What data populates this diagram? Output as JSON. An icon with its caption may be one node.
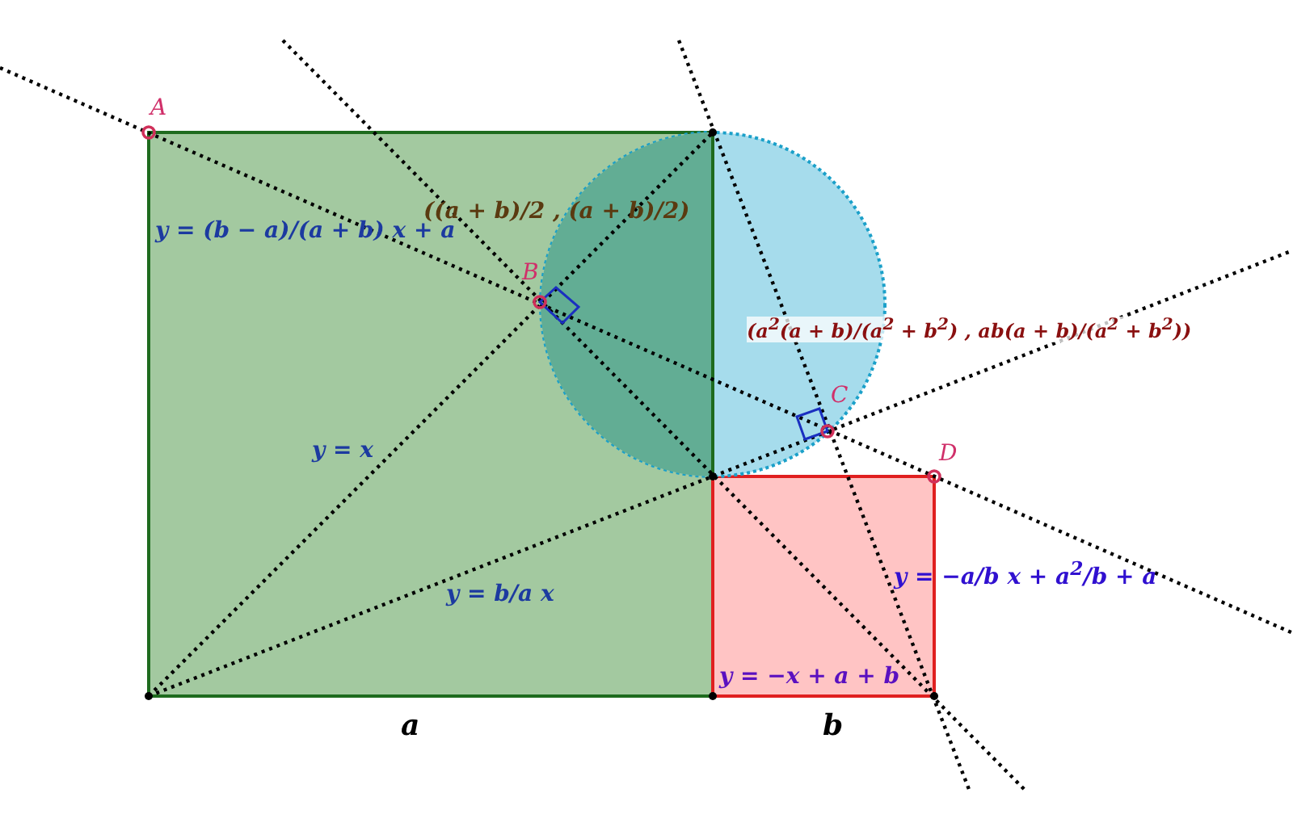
{
  "diagram": {
    "labels": [
      "A",
      "((a + b)/2 , (a + b)/2)",
      "y = (b − a)/(a + b) x + a",
      "B",
      "(a$^{2}$(a + b)/(a$^{2}$ + b$^{2}$) , ab(a + b)/(a$^{2}$ + b$^{2}$))",
      "C",
      "D",
      "y = x",
      "y = −a/b x + a$^{2}$/b + a",
      "y = b/a x",
      "y = −x + a + b",
      "a",
      "b"
    ]
  }
}
